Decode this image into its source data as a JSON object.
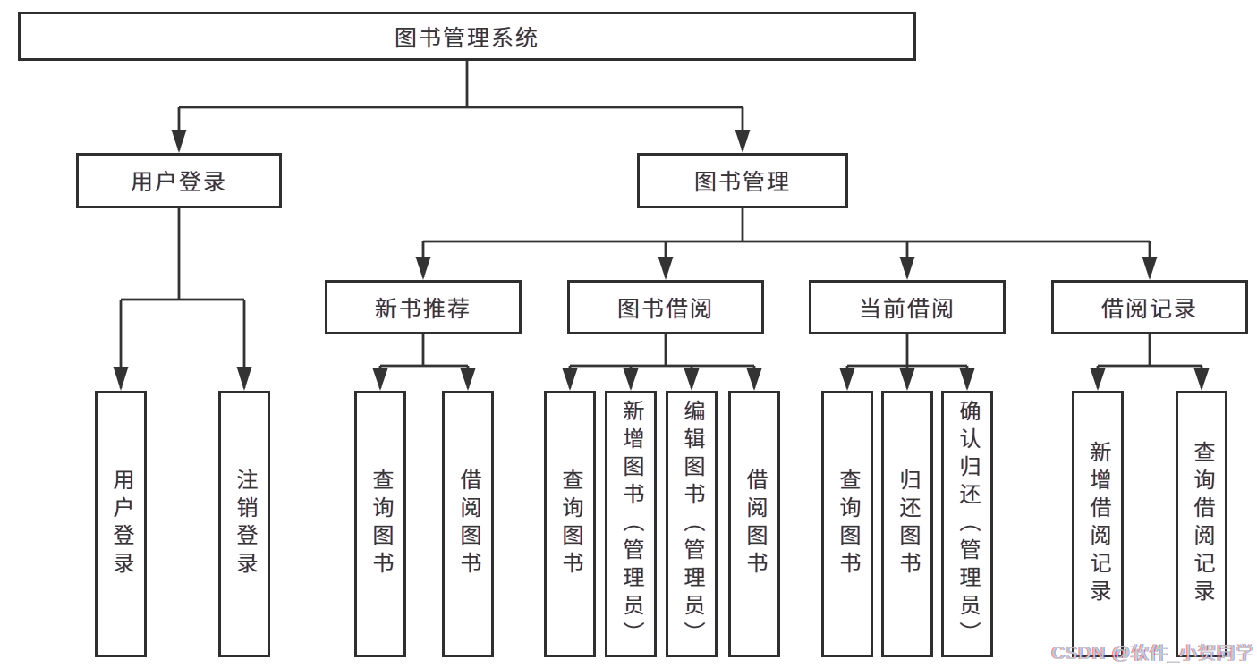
{
  "title": "图书管理系统",
  "tree": {
    "root": {
      "label": "图书管理系统"
    },
    "branches": [
      {
        "label": "用户登录",
        "children": [
          {
            "label": "用户登录"
          },
          {
            "label": "注销登录"
          }
        ]
      },
      {
        "label": "图书管理",
        "modules": [
          {
            "label": "新书推荐",
            "children": [
              {
                "label": "查询图书"
              },
              {
                "label": "借阅图书"
              }
            ]
          },
          {
            "label": "图书借阅",
            "children": [
              {
                "label": "查询图书"
              },
              {
                "label": "新增图书（管理员）"
              },
              {
                "label": "编辑图书（管理员）"
              },
              {
                "label": "借阅图书"
              }
            ]
          },
          {
            "label": "当前借阅",
            "children": [
              {
                "label": "查询图书"
              },
              {
                "label": "归还图书"
              },
              {
                "label": "确认归还（管理员）"
              }
            ]
          },
          {
            "label": "借阅记录",
            "children": [
              {
                "label": "新增借阅记录"
              },
              {
                "label": "查询借阅记录"
              }
            ]
          }
        ]
      }
    ]
  },
  "watermark": {
    "text": "CSDN @软件_小贺同学"
  },
  "colors": {
    "line": "#333333",
    "box_border": "#2f2f2f",
    "box_fill": "#ffffff",
    "text": "#363636",
    "background": "#ffffff",
    "watermark": "#c9c9cd"
  }
}
